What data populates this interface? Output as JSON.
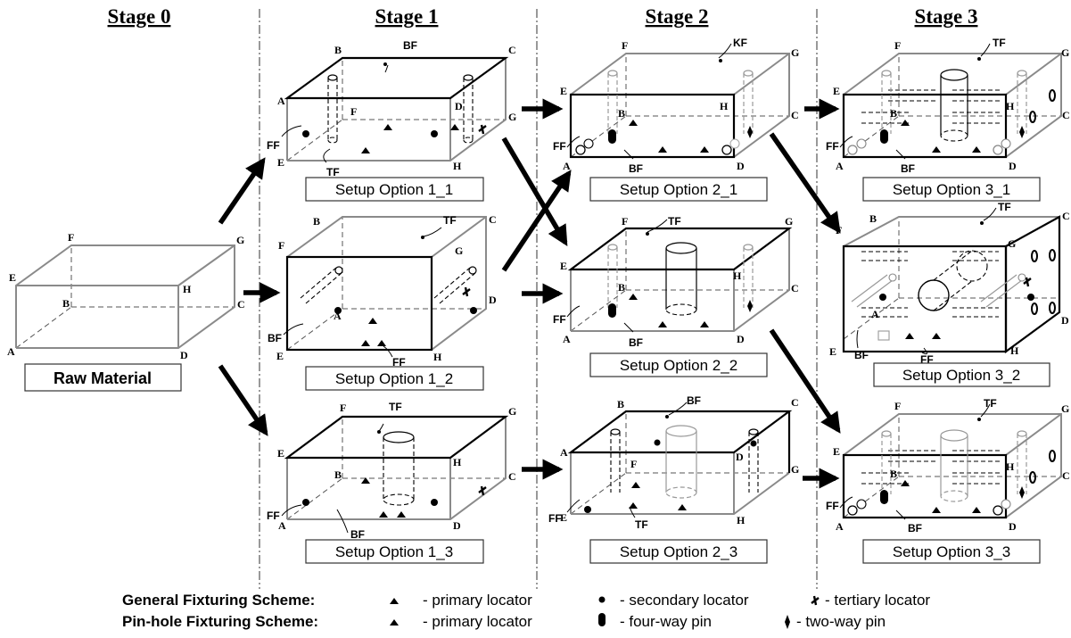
{
  "stages": [
    "Stage 0",
    "Stage 1",
    "Stage 2",
    "Stage 3"
  ],
  "raw_material_label": "Raw Material",
  "setup_captions": {
    "s1_1": "Setup Option 1_1",
    "s1_2": "Setup Option 1_2",
    "s1_3": "Setup Option 1_3",
    "s2_1": "Setup Option 2_1",
    "s2_2": "Setup Option 2_2",
    "s2_3": "Setup Option 2_3",
    "s3_1": "Setup Option 3_1",
    "s3_2": "Setup Option 3_2",
    "s3_3": "Setup Option 3_3"
  },
  "vertex_labels": [
    "A",
    "B",
    "C",
    "D",
    "E",
    "F",
    "G",
    "H"
  ],
  "face_labels": [
    "BF",
    "FF",
    "TF",
    "KF"
  ],
  "legend": {
    "general_title": "General Fixturing Scheme:",
    "pinhole_title": "Pin-hole Fixturing Scheme:",
    "primary": "- primary locator",
    "secondary": "- secondary locator",
    "tertiary": "- tertiary locator",
    "fourway": "- four-way pin",
    "twoway": "- two-way pin"
  }
}
